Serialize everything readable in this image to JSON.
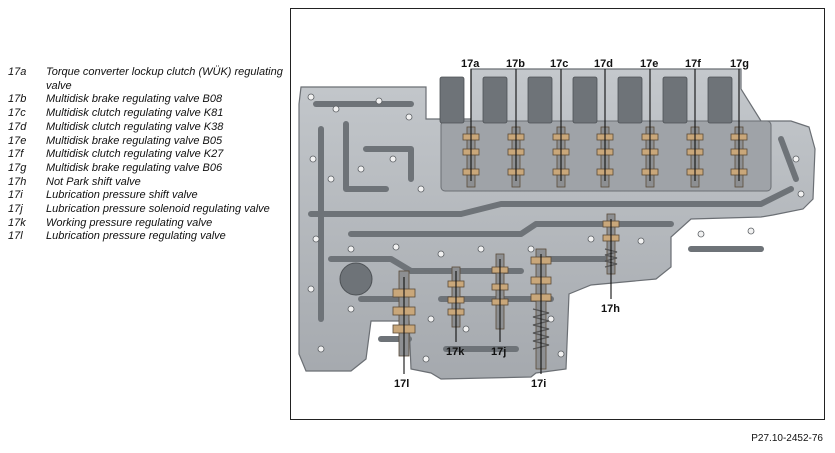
{
  "legend": [
    {
      "code": "17a",
      "text": "Torque converter lockup clutch (WÜK) regulating valve"
    },
    {
      "code": "17b",
      "text": "Multidisk brake regulating valve B08"
    },
    {
      "code": "17c",
      "text": "Multidisk clutch regulating valve K81"
    },
    {
      "code": "17d",
      "text": "Multidisk clutch regulating valve K38"
    },
    {
      "code": "17e",
      "text": "Multidisk brake regulating valve B05"
    },
    {
      "code": "17f",
      "text": "Multidisk clutch regulating valve K27"
    },
    {
      "code": "17g",
      "text": "Multidisk brake regulating valve B06"
    },
    {
      "code": "17h",
      "text": "Not Park shift valve"
    },
    {
      "code": "17i",
      "text": "Lubrication pressure shift valve"
    },
    {
      "code": "17j",
      "text": "Lubrication pressure solenoid regulating valve"
    },
    {
      "code": "17k",
      "text": "Working pressure regulating valve"
    },
    {
      "code": "17l",
      "text": "Lubrication pressure regulating valve"
    }
  ],
  "callouts": {
    "a": "17a",
    "b": "17b",
    "c": "17c",
    "d": "17d",
    "e": "17e",
    "f": "17f",
    "g": "17g",
    "h": "17h",
    "i": "17i",
    "j": "17j",
    "k": "17k",
    "l": "17l"
  },
  "figure_ref": "P27.10-2452-76",
  "colors": {
    "plate": "#b3b7bc",
    "plate_dark": "#7d8287",
    "channel": "#6e7378",
    "spool": "#c9a77a",
    "frame": "#222222"
  }
}
